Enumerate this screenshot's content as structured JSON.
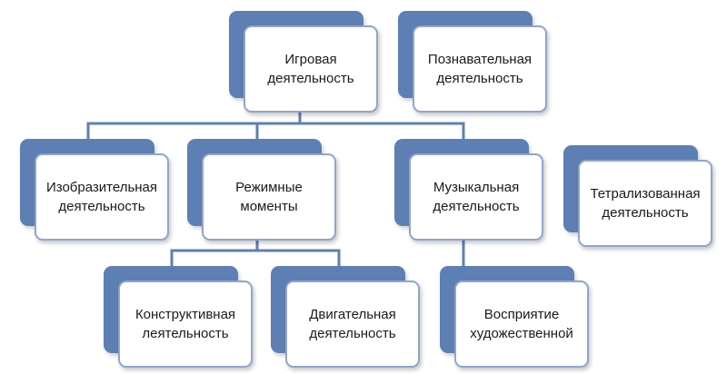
{
  "diagram": {
    "nodes": {
      "game": "Игровая\nдеятельность",
      "cognitive": "Познавательная\nдеятельность",
      "visual": "Изобразительная\nдеятельность",
      "routine": "Режимные\nмоменты",
      "music": "Музыкальная\nдеятельность",
      "theatre": "Тетрализованная\nдеятельность",
      "construct": "Конструктивная\nлеятельность",
      "motor": "Двигательная\nдеятельность",
      "perception": "Восприятие\nхудожественной"
    },
    "colors": {
      "back": "#5d7fb3",
      "front_border": "#8fa5cc",
      "connector": "#5d7fb3"
    }
  }
}
